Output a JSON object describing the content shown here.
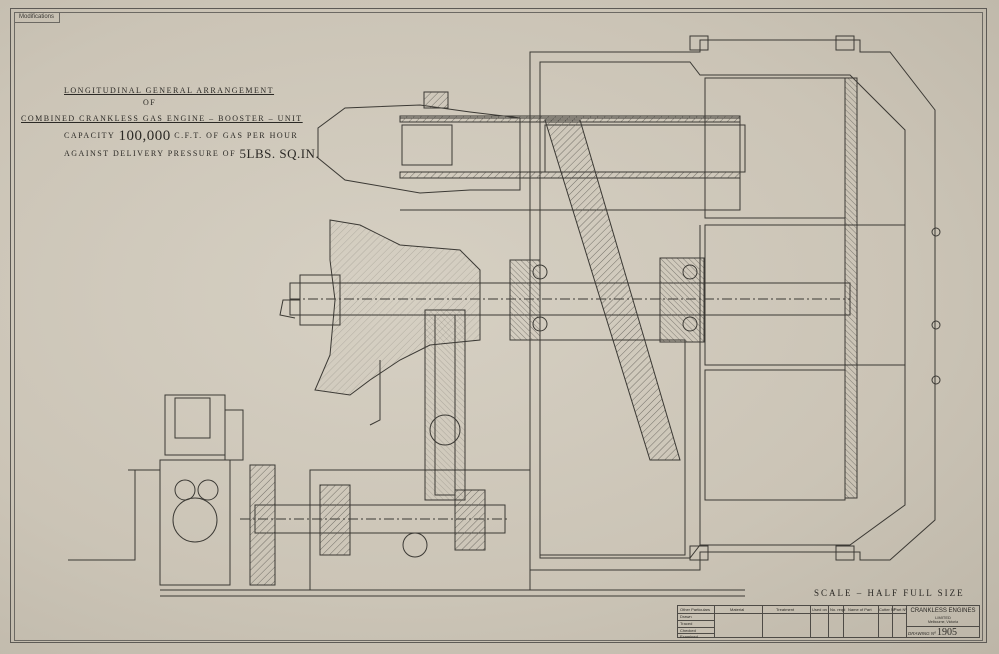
{
  "sheet": {
    "tab_label": "Modifications"
  },
  "title": {
    "line1": "Longitudinal   General   Arrangement",
    "line2": "of",
    "line3": "Combined   Crankless   Gas   Engine – Booster – Unit",
    "capacity_prefix": "Capacity",
    "capacity_value": "100,000",
    "capacity_suffix": "C.F.T. of   Gas per Hour",
    "pressure_prefix": "Against   Delivery   Pressure   of",
    "pressure_value": "5lbs. sq.in."
  },
  "scale_note": "SCALE –  HALF  FULL  SIZE",
  "title_block": {
    "col_headers": [
      "Other Particulars",
      "Material",
      "Treatment",
      "Used on",
      "No. reqd",
      "Name of Part",
      "Cutter Nº",
      "Part Nº"
    ],
    "row_labels": [
      "Drawn",
      "Traced",
      "Checked",
      "Examined"
    ],
    "company": "CRANKLESS ENGINES",
    "company_suffix": "LIMITED",
    "city": "Melbourne, Victoria",
    "drawing_no_label": "DRAWING Nº",
    "drawing_no": "1905"
  },
  "colors": {
    "paper": "#cfc8ba",
    "ink": "#3b3934",
    "hatch": "#5c5953"
  }
}
